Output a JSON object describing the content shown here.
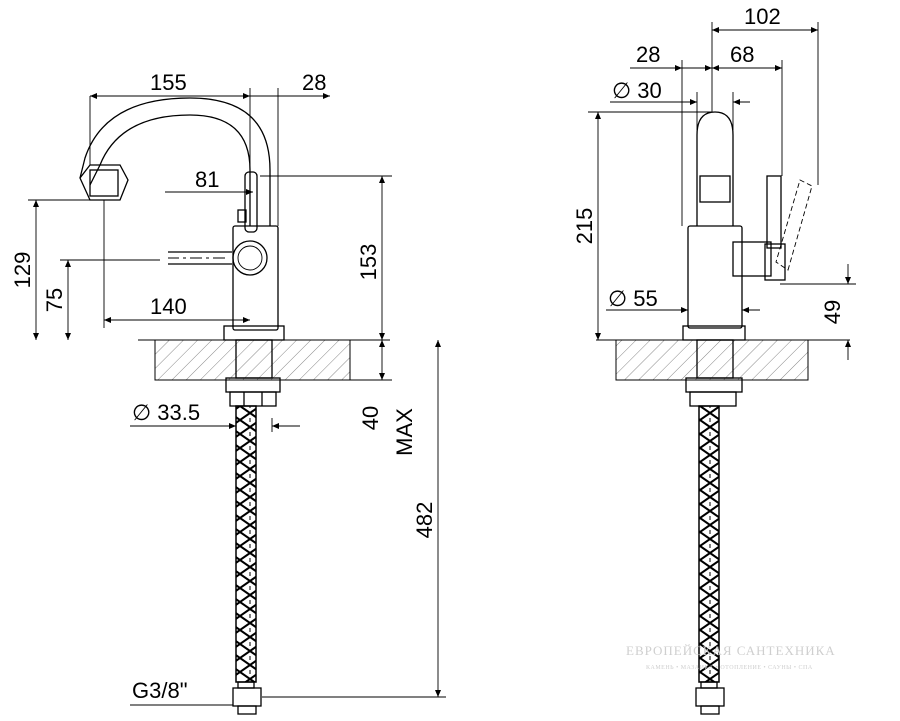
{
  "front_view": {
    "dim_spout_reach": "155",
    "dim_body_top": "28",
    "dim_spout_height": "81",
    "dim_total_height": "153",
    "dim_outlet_height": "129",
    "dim_handle_height": "75",
    "dim_lever_reach": "140",
    "dim_shank_diameter": "∅ 33.5",
    "dim_deck_max": "40",
    "dim_deck_max_label": "MAX",
    "dim_hose_length": "482",
    "dim_thread": "G3/8\""
  },
  "side_view": {
    "dim_lever_total": "102",
    "dim_body_depth": "28",
    "dim_lever_reach": "68",
    "dim_top_diameter": "∅ 30",
    "dim_height": "215",
    "dim_base_diameter": "∅ 55",
    "dim_lever_height": "49"
  },
  "watermark": {
    "title": "ЕВРОПЕЙСКАЯ САНТЕХНИКА",
    "subtitle": "КАМЕНЬ • МАЗАИКА • ОТОПЛЕНИЕ • САУНЫ • СПА"
  }
}
